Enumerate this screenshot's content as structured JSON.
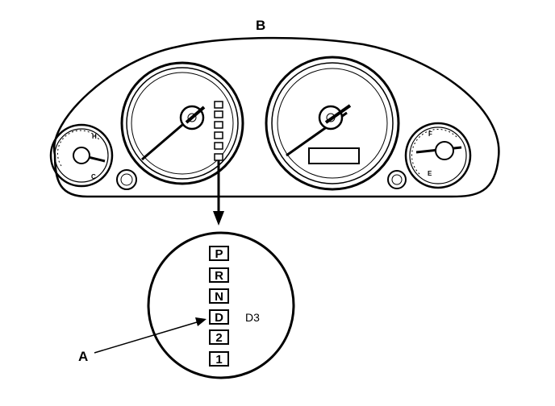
{
  "callouts": {
    "top": "B",
    "pointer": "A"
  },
  "gauges": {
    "temperature": {
      "hot": "H",
      "cold": "C"
    },
    "fuel": {
      "full": "F",
      "empty": "E"
    }
  },
  "shift_indicator": {
    "positions": [
      "P",
      "R",
      "N",
      "D",
      "2",
      "1"
    ],
    "d_mode_label": "D3"
  }
}
